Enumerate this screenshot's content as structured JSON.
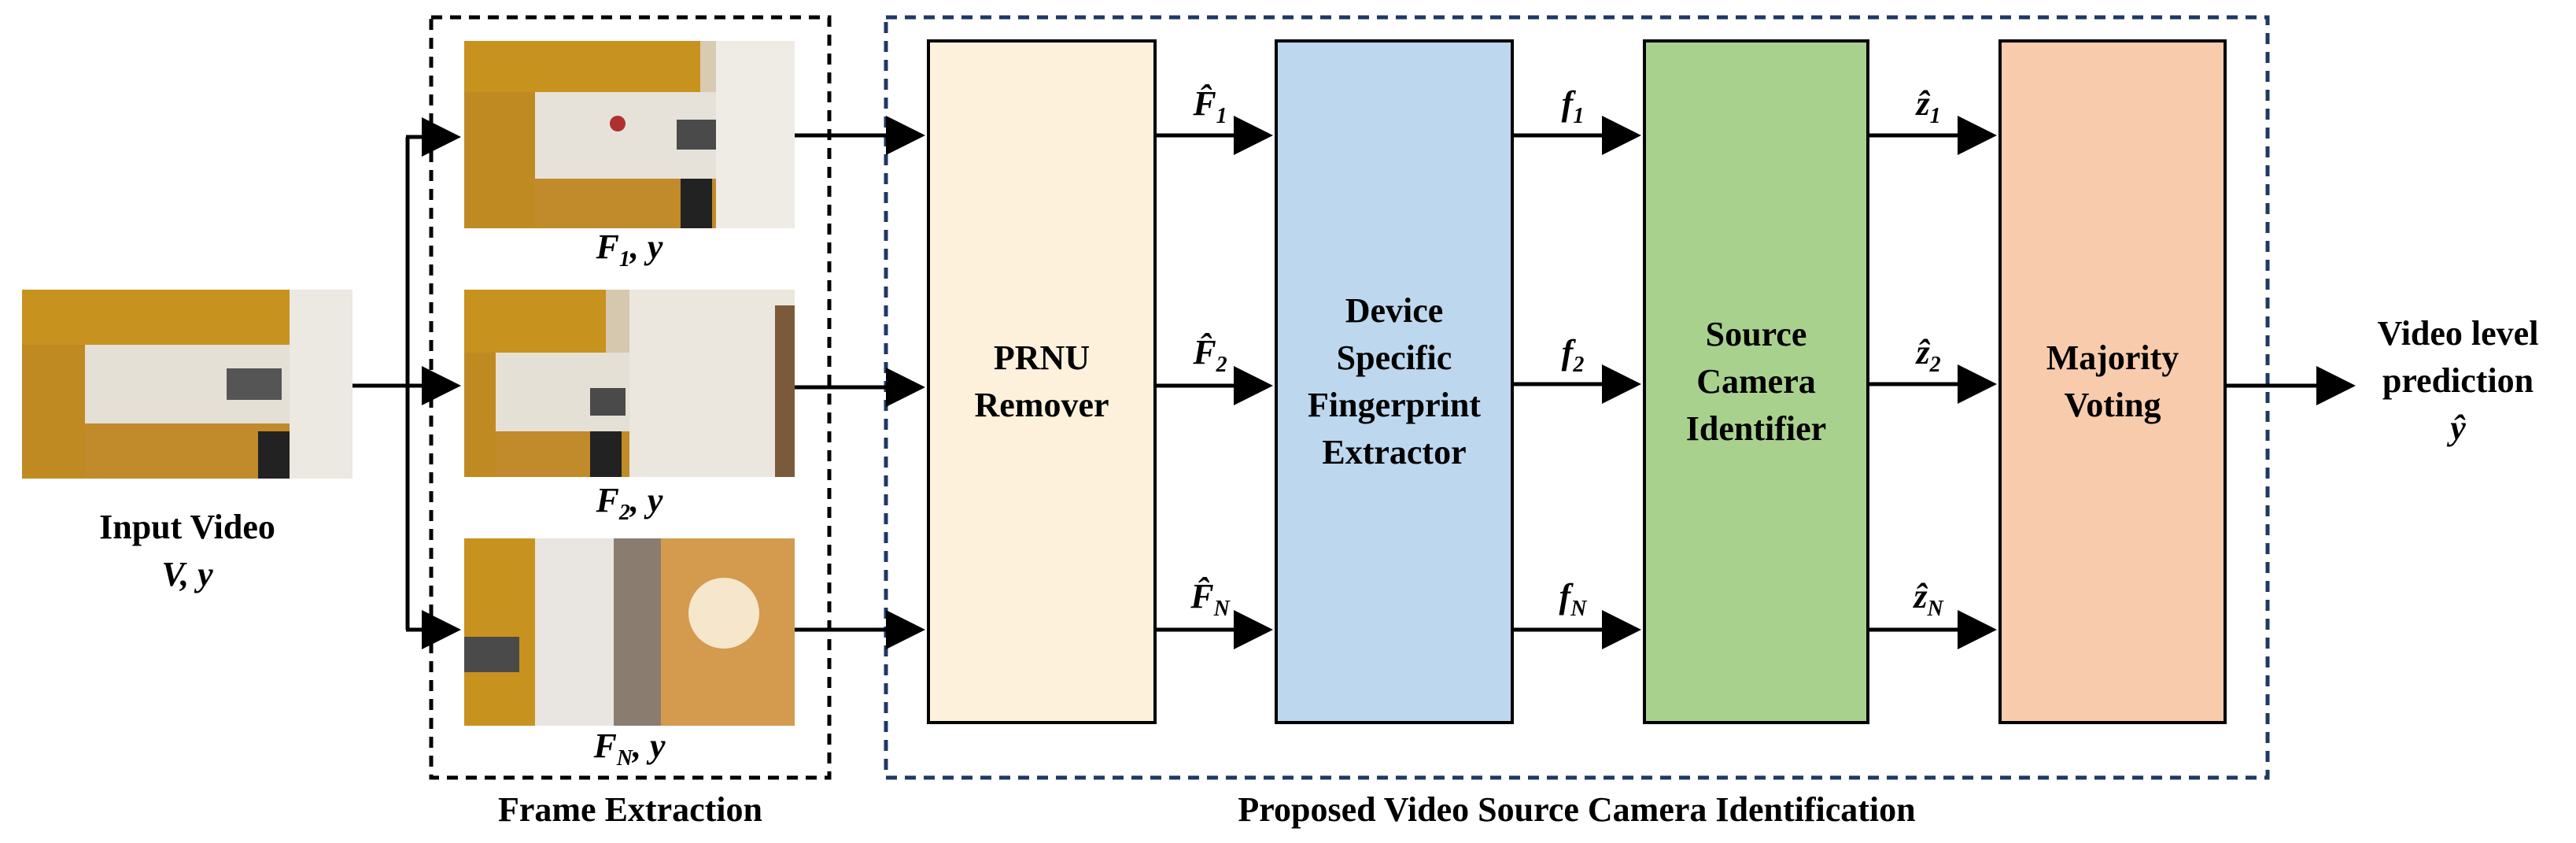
{
  "input": {
    "title": "Input Video",
    "vars": "V, y"
  },
  "frames": [
    {
      "label_main": "F",
      "label_sub": "1",
      "label_rest": ", y",
      "scene": "kitchen-wide"
    },
    {
      "label_main": "F",
      "label_sub": "2",
      "label_rest": ", y",
      "scene": "kitchen-right"
    },
    {
      "label_main": "F",
      "label_sub": "N",
      "label_rest": ", y",
      "scene": "doorway"
    }
  ],
  "frame_extraction_label": "Frame Extraction",
  "proposed_label": "Proposed Video Source Camera Identification",
  "blocks": {
    "prnu": {
      "lines": [
        "PRNU",
        "Remover"
      ],
      "color": "#fdf1dc"
    },
    "fingerprint": {
      "lines": [
        "Device",
        "Specific",
        "Fingerprint",
        "Extractor"
      ],
      "color": "#bdd7ee"
    },
    "camera": {
      "lines": [
        "Source",
        "Camera",
        "Identifier"
      ],
      "color": "#a9d18e"
    },
    "voting": {
      "lines": [
        "Majority",
        "Voting"
      ],
      "color": "#f8cbad"
    }
  },
  "edge_labels": {
    "prnu_out": [
      {
        "main": "F̂",
        "sub": "1"
      },
      {
        "main": "F̂",
        "sub": "2"
      },
      {
        "main": "F̂",
        "sub": "N"
      }
    ],
    "fp_out": [
      {
        "main": "f",
        "sub": "1"
      },
      {
        "main": "f",
        "sub": "2"
      },
      {
        "main": "f",
        "sub": "N"
      }
    ],
    "cam_out": [
      {
        "main": "ẑ",
        "sub": "1"
      },
      {
        "main": "ẑ",
        "sub": "2"
      },
      {
        "main": "ẑ",
        "sub": "N"
      }
    ]
  },
  "output": {
    "lines": [
      "Video level",
      "prediction"
    ],
    "symbol": "ŷ"
  },
  "colors": {
    "frame_border": "#000000",
    "proposed_border": "#1f3864",
    "arrow": "#000000"
  }
}
